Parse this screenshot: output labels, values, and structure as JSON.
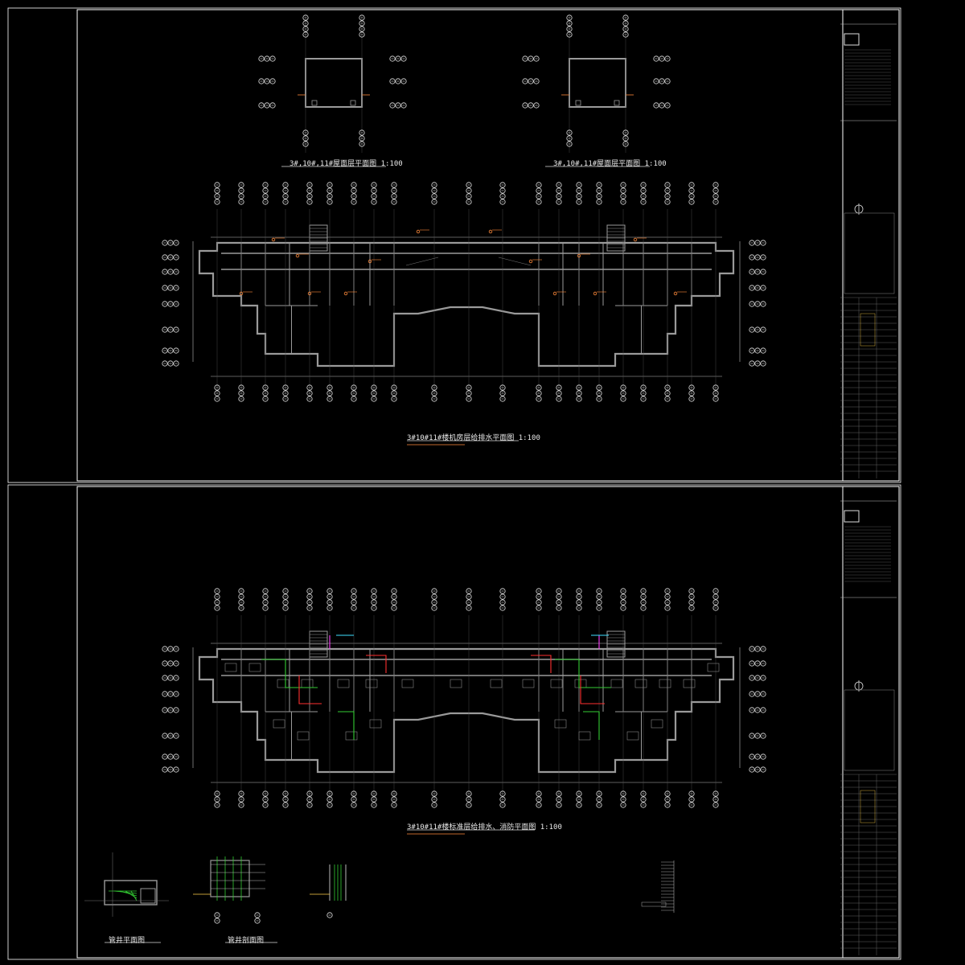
{
  "sheet_top": {
    "roof_plan_left_title": "3#,10#,11#屋面层平面图  1:100",
    "roof_plan_right_title": "3#,10#,11#屋面层平面图  1:100",
    "main_plan_title": "3#10#11#楼机房层给排水平面图  1:100",
    "main_plan_scale": "1:100"
  },
  "sheet_bottom": {
    "main_plan_title": "3#10#11#楼标准层给排水、消防平面图  1:100",
    "detail_left_title": "管井平面图",
    "detail_mid_title": "管井剖面图"
  },
  "colors": {
    "background": "#000000",
    "frame": "#ffffff",
    "wall": "#9a9a9a",
    "grid_bubble": "#e0e0e0",
    "annotation_yellow": "#ffd24a",
    "annotation_orange": "#ff8a3a",
    "pipe_green": "#33cc33",
    "pipe_red": "#ff3030",
    "pipe_magenta": "#ff40ff",
    "pipe_cyan": "#40e0ff"
  },
  "icons": {
    "north_arrow": "north-arrow-icon",
    "logo": "vid-logo-icon"
  }
}
